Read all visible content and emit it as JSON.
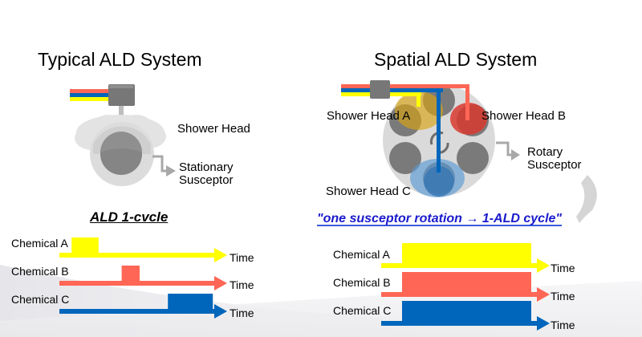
{
  "colors": {
    "chemical_a": "#ffff00",
    "chemical_b": "#ff6655",
    "chemical_c": "#0066bb",
    "equipment_gray": "#777777",
    "susceptor_light": "#d9d9d9",
    "subtitle_blue": "#1a1acc"
  },
  "left": {
    "title": "Typical ALD System",
    "shower_head_label": "Shower Head",
    "susceptor_label_line1": "Stationary",
    "susceptor_label_line2": "Susceptor",
    "subtitle": "ALD 1-cvcle",
    "timing": [
      {
        "chemical": "Chemical A",
        "axis": "Time",
        "pulse_start": 0.17,
        "pulse_end": 0.38
      },
      {
        "chemical": "Chemical B",
        "axis": "Time",
        "pulse_start": 0.56,
        "pulse_end": 0.7
      },
      {
        "chemical": "Chemical C",
        "axis": "Time",
        "pulse_start": 0.92,
        "pulse_end": 1.27
      }
    ]
  },
  "right": {
    "title": "Spatial ALD System",
    "shower_head_a": "Shower Head A",
    "shower_head_b": "Shower Head B",
    "shower_head_c": "Shower Head C",
    "susceptor_label_line1": "Rotary",
    "susceptor_label_line2": "Susceptor",
    "subtitle": "\"one susceptor rotation → 1-ALD cycle\"",
    "timing": [
      {
        "chemical": "Chemical A",
        "axis": "Time",
        "pulse_start": 0.0,
        "pulse_end": 1.0
      },
      {
        "chemical": "Chemical B",
        "axis": "Time",
        "pulse_start": 0.0,
        "pulse_end": 1.0
      },
      {
        "chemical": "Chemical C",
        "axis": "Time",
        "pulse_start": 0.0,
        "pulse_end": 1.0
      }
    ]
  }
}
